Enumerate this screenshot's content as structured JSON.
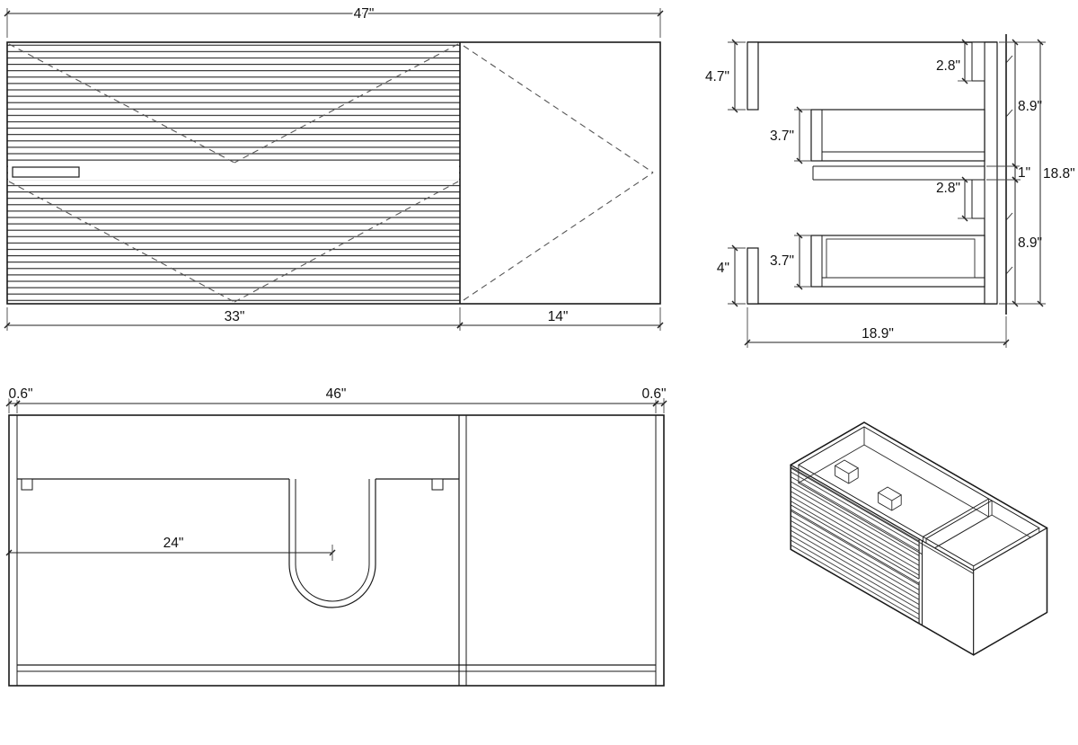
{
  "front_view": {
    "dim_total_width": "47\"",
    "dim_fluted_width": "33\"",
    "dim_door_width": "14\""
  },
  "side_view": {
    "dim_top_stile": "4.7\"",
    "dim_upper_drawer_height": "3.7\"",
    "dim_upper_rail": "2.8\"",
    "dim_upper_section": "8.9\"",
    "dim_shelf_thickness": "1\"",
    "dim_total_height": "18.8\"",
    "dim_lower_rail": "2.8\"",
    "dim_lower_drawer_height": "3.7\"",
    "dim_lower_section": "8.9\"",
    "dim_bottom_stile": "4\"",
    "dim_depth": "18.9\""
  },
  "plan_view": {
    "dim_left_wall": "0.6\"",
    "dim_inner_width": "46\"",
    "dim_right_wall": "0.6\"",
    "dim_sink_center": "24\""
  }
}
